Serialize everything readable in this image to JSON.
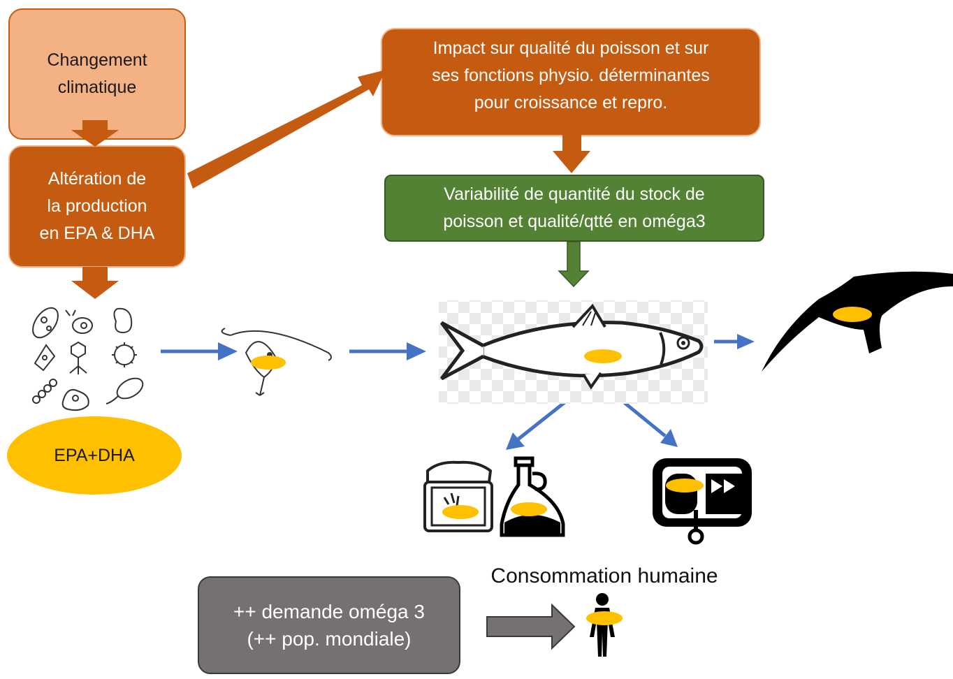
{
  "boxes": {
    "climat": "Changement\nclimatique",
    "alteration": "Altération  de\nla production\nen EPA & DHA",
    "impact": "Impact sur qualité du poisson et sur\nses fonctions physio. déterminantes\npour croissance et repro.",
    "variabilite": "Variabilité de quantité du stock de\npoisson et qualité/qtté en oméga3",
    "demande": "++ demande oméga 3\n(++ pop. mondiale)"
  },
  "legend": {
    "epa_dha": "EPA+DHA"
  },
  "caption": {
    "consommation": "Consommation humaine"
  },
  "colors": {
    "light_orange": "#F4B183",
    "dark_orange": "#C55A11",
    "green": "#548235",
    "grey": "#767171",
    "blue": "#4472C4",
    "omega_marker": "#FFC000"
  },
  "icons": [
    "microorganisms-icon",
    "zooplankton-icon",
    "fish-icon",
    "seabird-icon",
    "fishmeal-bag-icon",
    "oil-bottle-icon",
    "canned-fish-icon",
    "human-icon"
  ]
}
